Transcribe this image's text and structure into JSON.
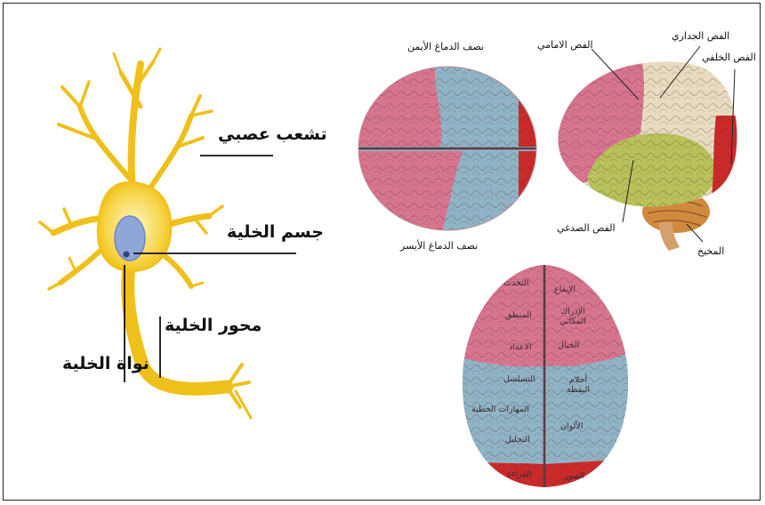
{
  "neuron": {
    "dendrite": "تشعب عصبي",
    "cell_body": "جسم الخلية",
    "axon": "محور الخلية",
    "nucleus": "نواة الخلية"
  },
  "top_view": {
    "right_hemisphere": "نصف الدماغ الأيمن",
    "left_hemisphere": "نصف الدماغ الأيسر"
  },
  "side_view": {
    "parietal_lobe": "الفص الجداري",
    "frontal_lobe": "الفص الامامي",
    "occipital_lobe": "الفص الخلفي",
    "temporal_lobe": "الفص الصدغي",
    "cerebellum": "المخيخ"
  },
  "functions_view": {
    "left_side": [
      "التحدث",
      "المنطق",
      "الاعداد",
      "التسلسل",
      "المهارات الخطية",
      "التحليل",
      "القراءة"
    ],
    "right_side": [
      "الإيقاع",
      "الإدراك المكاني",
      "الخيال",
      "أحلام اليقظة",
      "الألوان",
      "الصور"
    ]
  },
  "colors": {
    "neuron": "#f2c41a",
    "nucleus": "#8fa6d8",
    "pink_region": "#d7758f",
    "blue_region": "#8fb4c6",
    "red_region": "#cc2a2a",
    "cream_region": "#e8dcc0",
    "green_region": "#b7c25a",
    "cerebellum": "#d08a3e"
  }
}
